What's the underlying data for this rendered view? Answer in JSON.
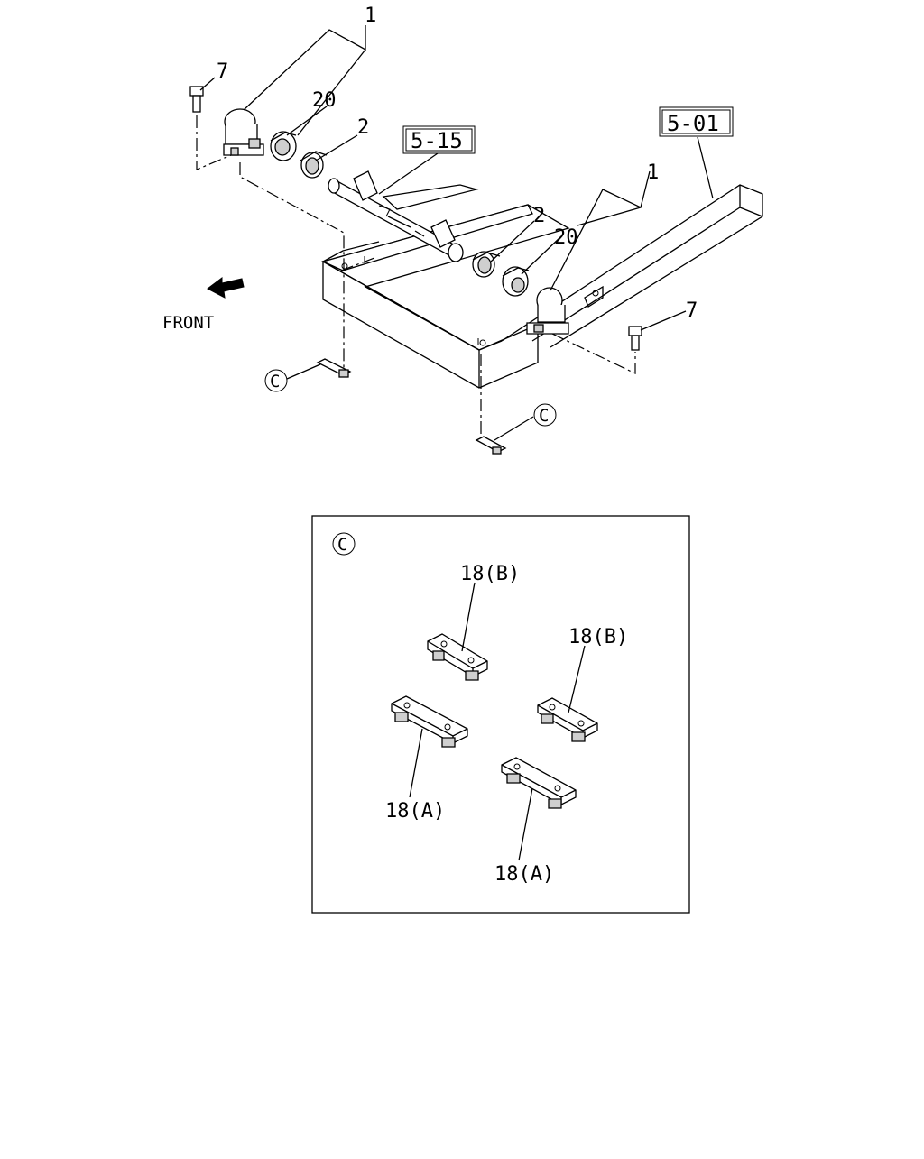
{
  "callouts": {
    "part_1_top": "1",
    "part_1_right": "1",
    "part_20_left": "20",
    "part_20_right": "20",
    "part_2_left": "2",
    "part_2_right": "2",
    "part_7_left": "7",
    "part_7_right": "7"
  },
  "refs": {
    "ref_5_15": "5-15",
    "ref_5_01": "5-01"
  },
  "front_label": "FRONT",
  "detail_marker": "C",
  "detail": {
    "marker": "C",
    "labels": {
      "b_left": "18(B)",
      "b_right": "18(B)",
      "a_left": "18(A)",
      "a_right": "18(A)"
    }
  }
}
